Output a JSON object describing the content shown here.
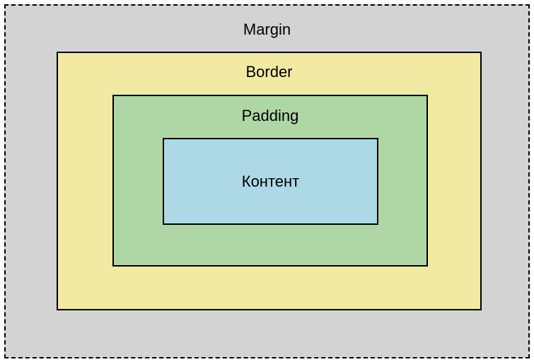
{
  "diagram": {
    "labels": {
      "margin": "Margin",
      "border": "Border",
      "padding": "Padding",
      "content": "Контент"
    },
    "colors": {
      "margin_bg": "#d3d3d3",
      "border_bg": "#f2e9a2",
      "padding_bg": "#afd7a6",
      "content_bg": "#add8e6",
      "outline": "#000000",
      "text": "#000000"
    }
  }
}
